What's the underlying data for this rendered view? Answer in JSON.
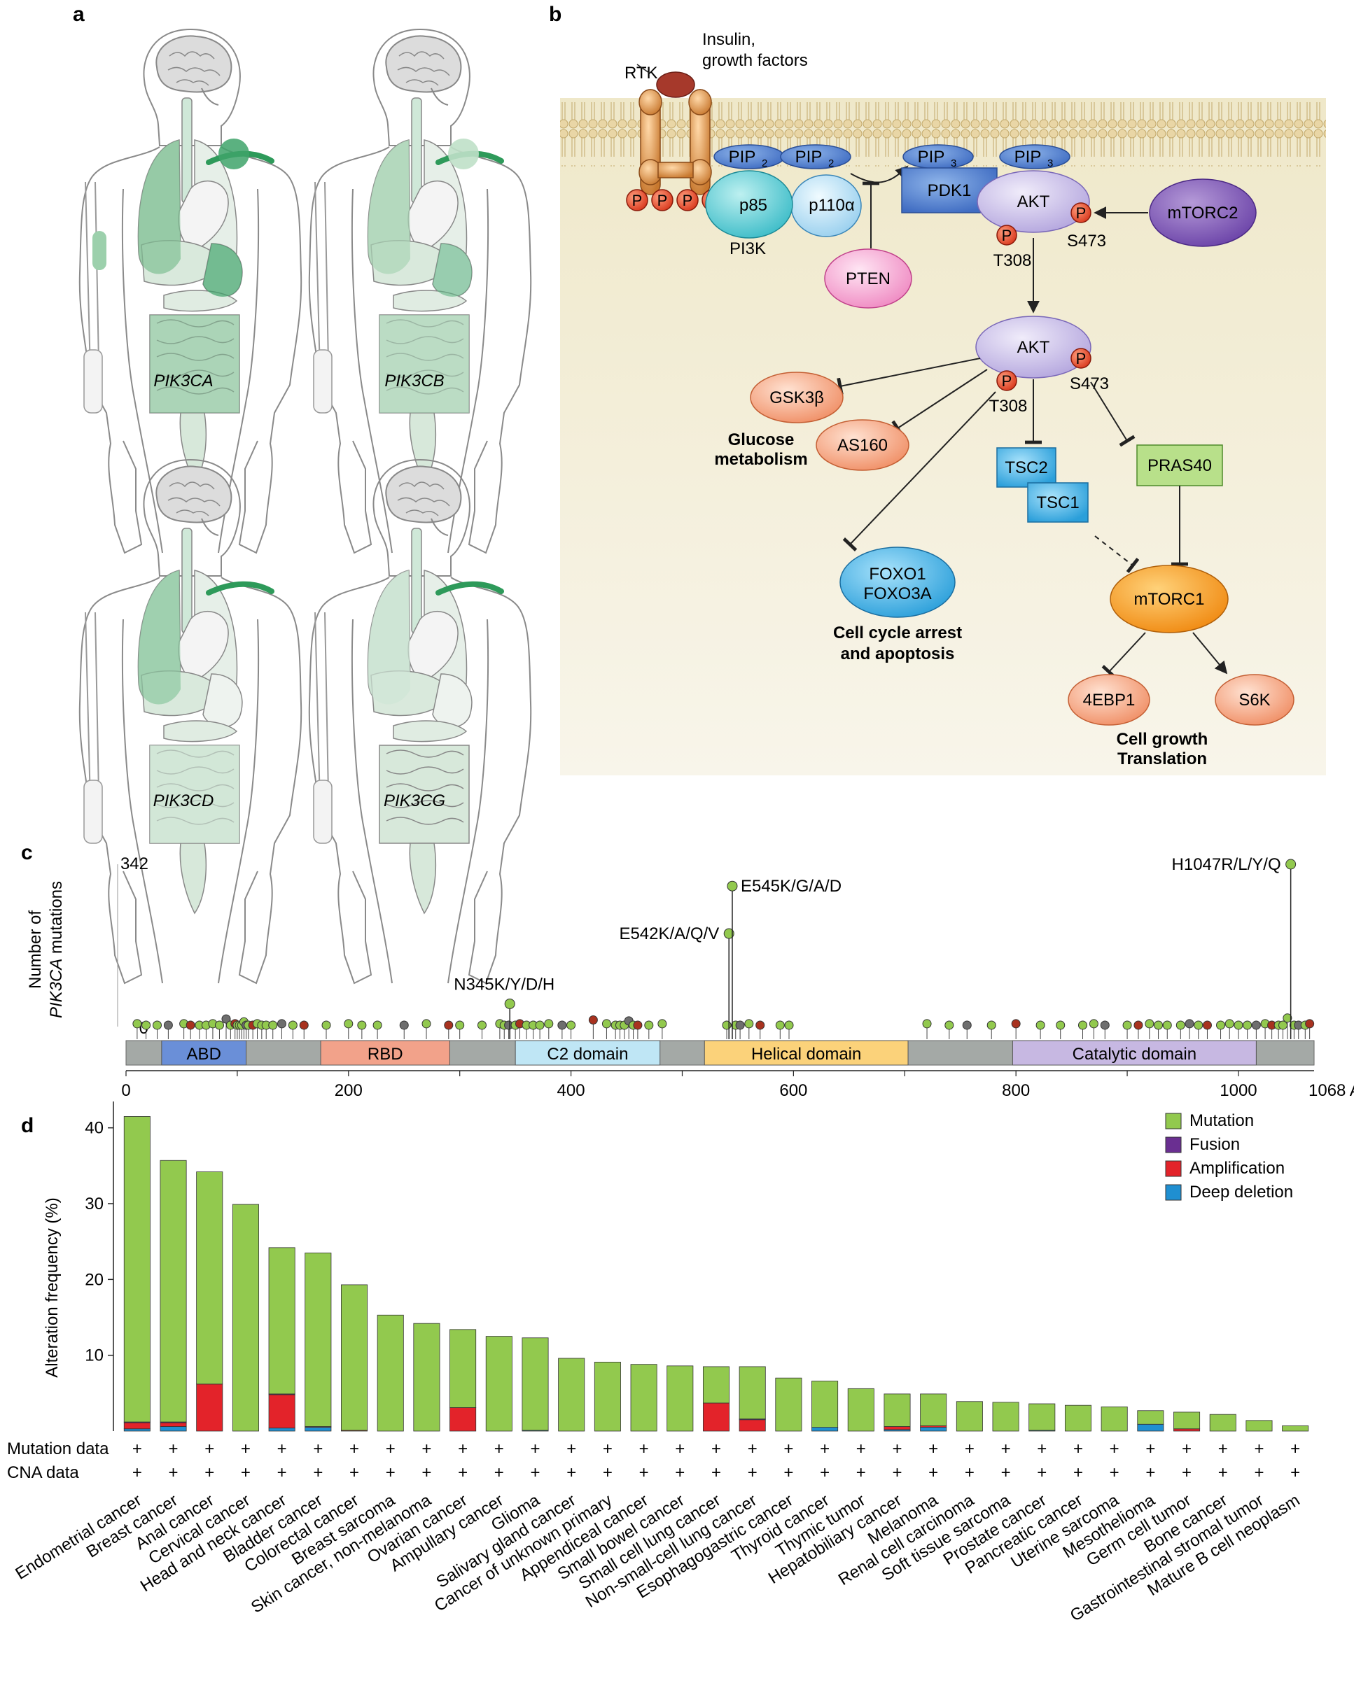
{
  "panels": {
    "a": "a",
    "b": "b",
    "c": "c",
    "d": "d"
  },
  "panel_a": {
    "genes": [
      "PIK3CA",
      "PIK3CB",
      "PIK3CD",
      "PIK3CG"
    ]
  },
  "panel_b": {
    "ligand": [
      "Insulin,",
      "growth factors"
    ],
    "rtk": "RTK",
    "p": "P",
    "pip2": "PIP",
    "pip2_sub": "2",
    "pip3": "PIP",
    "pip3_sub": "3",
    "p85": "p85",
    "p110": "p110α",
    "pi3k": "PI3K",
    "pten": "PTEN",
    "pdk1": "PDK1",
    "akt": "AKT",
    "t308": "T308",
    "s473": "S473",
    "mtorc2": "mTORC2",
    "gsk3b": "GSK3β",
    "as160": "AS160",
    "glucose": [
      "Glucose",
      "metabolism"
    ],
    "tsc2": "TSC2",
    "tsc1": "TSC1",
    "pras40": "PRAS40",
    "foxo": [
      "FOXO1",
      "FOXO3A"
    ],
    "apoptosis": [
      "Cell cycle arrest",
      "and apoptosis"
    ],
    "mtorc1": "mTORC1",
    "ebp1": "4EBP1",
    "s6k": "S6K",
    "growth": [
      "Cell growth",
      "Translation"
    ]
  },
  "panel_c": {
    "ylabel_1": "Number of",
    "ylabel_2_gene": "PIK3CA",
    "ylabel_2_rest": " mutations",
    "ymax_label": "342",
    "yzero_label": "0",
    "domains": [
      {
        "name": "ABD",
        "start": 32,
        "end": 108,
        "color": "#6a8fd8"
      },
      {
        "name": "RBD",
        "start": 175,
        "end": 291,
        "color": "#f2a28a"
      },
      {
        "name": "C2 domain",
        "start": 350,
        "end": 480,
        "color": "#bfe6f5"
      },
      {
        "name": "Helical domain",
        "start": 520,
        "end": 703,
        "color": "#fbd27a"
      },
      {
        "name": "Catalytic domain",
        "start": 797,
        "end": 1016,
        "color": "#c7b8e2"
      }
    ],
    "hotspots": [
      {
        "label": "N345K/Y/D/H",
        "pos": 345,
        "count": 48
      },
      {
        "label": "E542K/A/Q/V",
        "pos": 542,
        "count": 196
      },
      {
        "label": "E545K/G/A/D",
        "pos": 545,
        "count": 296
      },
      {
        "label": "H1047R/L/Y/Q",
        "pos": 1047,
        "count": 342
      }
    ],
    "xticks": [
      "0",
      "200",
      "400",
      "600",
      "800",
      "1000",
      "1068 AA"
    ],
    "xtick_values": [
      0,
      200,
      400,
      600,
      800,
      1000,
      1068
    ],
    "xmax": 1068,
    "ymax": 342
  },
  "chart_data": {
    "type": "bar",
    "ylabel": "Alteration frequency (%)",
    "ylim": [
      0,
      42
    ],
    "yticks": [
      "10",
      "20",
      "30",
      "40"
    ],
    "legend": [
      "Mutation",
      "Fusion",
      "Amplification",
      "Deep deletion"
    ],
    "legend_colors": [
      "#92c94e",
      "#6a2f91",
      "#e3232a",
      "#1f8fd1"
    ],
    "row_labels": [
      "Mutation data",
      "CNA data"
    ],
    "row_marker": "+",
    "categories": [
      "Endometrial cancer",
      "Breast cancer",
      "Anal cancer",
      "Cervical cancer",
      "Head and neck cancer",
      "Bladder cancer",
      "Colorectal cancer",
      "Breast sarcoma",
      "Skin cancer, non-melanoma",
      "Ovarian cancer",
      "Ampullary cancer",
      "Glioma",
      "Salivary gland cancer",
      "Cancer of unknown primary",
      "Appendiceal cancer",
      "Small bowel cancer",
      "Small cell lung cancer",
      "Non-small-cell lung cancer",
      "Esophagogastric cancer",
      "Thyroid cancer",
      "Thymic tumor",
      "Hepatobiliary cancer",
      "Melanoma",
      "Renal cell carcinoma",
      "Soft tissue sarcoma",
      "Prostate cancer",
      "Pancreatic cancer",
      "Uterine sarcoma",
      "Mesothelioma",
      "Germ cell tumor",
      "Bone cancer",
      "Gastrointestinal stromal tumor",
      "Mature B cell neoplasm"
    ],
    "series": [
      {
        "name": "Mutation",
        "values": [
          40.3,
          34.5,
          28.0,
          29.9,
          19.3,
          22.9,
          19.2,
          15.3,
          14.2,
          10.3,
          12.5,
          12.2,
          9.6,
          9.1,
          8.8,
          8.6,
          4.8,
          6.9,
          7.0,
          6.1,
          5.6,
          4.3,
          4.2,
          3.9,
          3.8,
          3.5,
          3.4,
          3.2,
          1.8,
          2.2,
          2.2,
          1.4,
          0.7
        ]
      },
      {
        "name": "Fusion",
        "values": [
          0.1,
          0.1,
          0,
          0,
          0.1,
          0,
          0,
          0,
          0,
          0,
          0,
          0,
          0,
          0,
          0,
          0,
          0,
          0.1,
          0,
          0,
          0,
          0,
          0,
          0,
          0,
          0,
          0,
          0,
          0,
          0,
          0,
          0,
          0
        ]
      },
      {
        "name": "Amplification",
        "values": [
          0.8,
          0.5,
          6.2,
          0,
          4.4,
          0.1,
          0.1,
          0,
          0,
          3.1,
          0,
          0,
          0,
          0,
          0,
          0,
          3.7,
          1.5,
          0,
          0,
          0,
          0.4,
          0.2,
          0,
          0,
          0,
          0,
          0,
          0,
          0.3,
          0,
          0,
          0
        ]
      },
      {
        "name": "Deep deletion",
        "values": [
          0.3,
          0.6,
          0,
          0,
          0.4,
          0.5,
          0,
          0,
          0,
          0,
          0,
          0.1,
          0,
          0,
          0,
          0,
          0,
          0,
          0,
          0.5,
          0,
          0.2,
          0.5,
          0,
          0,
          0.1,
          0,
          0,
          0.9,
          0,
          0,
          0,
          0
        ]
      }
    ]
  }
}
